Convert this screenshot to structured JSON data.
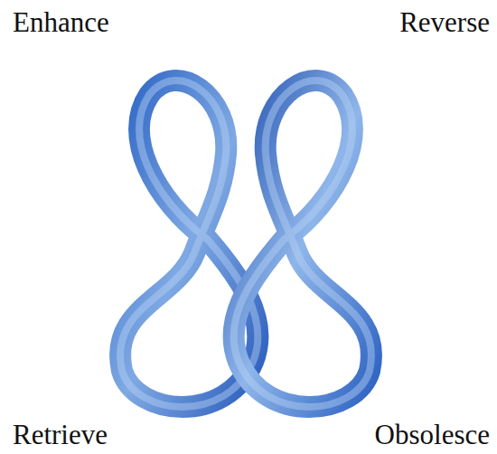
{
  "diagram": {
    "labels": [
      "Enhance",
      "Reverse",
      "Retrieve",
      "Obsolesce"
    ]
  }
}
